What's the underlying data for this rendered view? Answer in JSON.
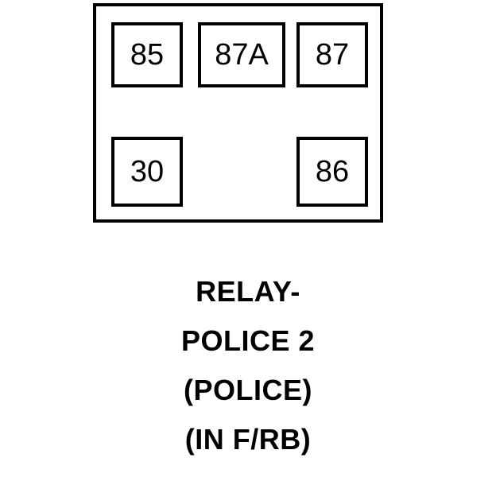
{
  "diagram": {
    "kind": "relay-pinout",
    "outline_color": "#000000",
    "background_color": "#ffffff",
    "terminals": [
      {
        "id": "85",
        "label": "85",
        "row": "top",
        "position": "left"
      },
      {
        "id": "87A",
        "label": "87A",
        "row": "top",
        "position": "center"
      },
      {
        "id": "87",
        "label": "87",
        "row": "top",
        "position": "right"
      },
      {
        "id": "30",
        "label": "30",
        "row": "bottom",
        "position": "left"
      },
      {
        "id": "86",
        "label": "86",
        "row": "bottom",
        "position": "right"
      }
    ]
  },
  "caption": {
    "lines": [
      "RELAY-",
      "POLICE 2",
      "(POLICE)",
      "(IN F/RB)"
    ]
  }
}
